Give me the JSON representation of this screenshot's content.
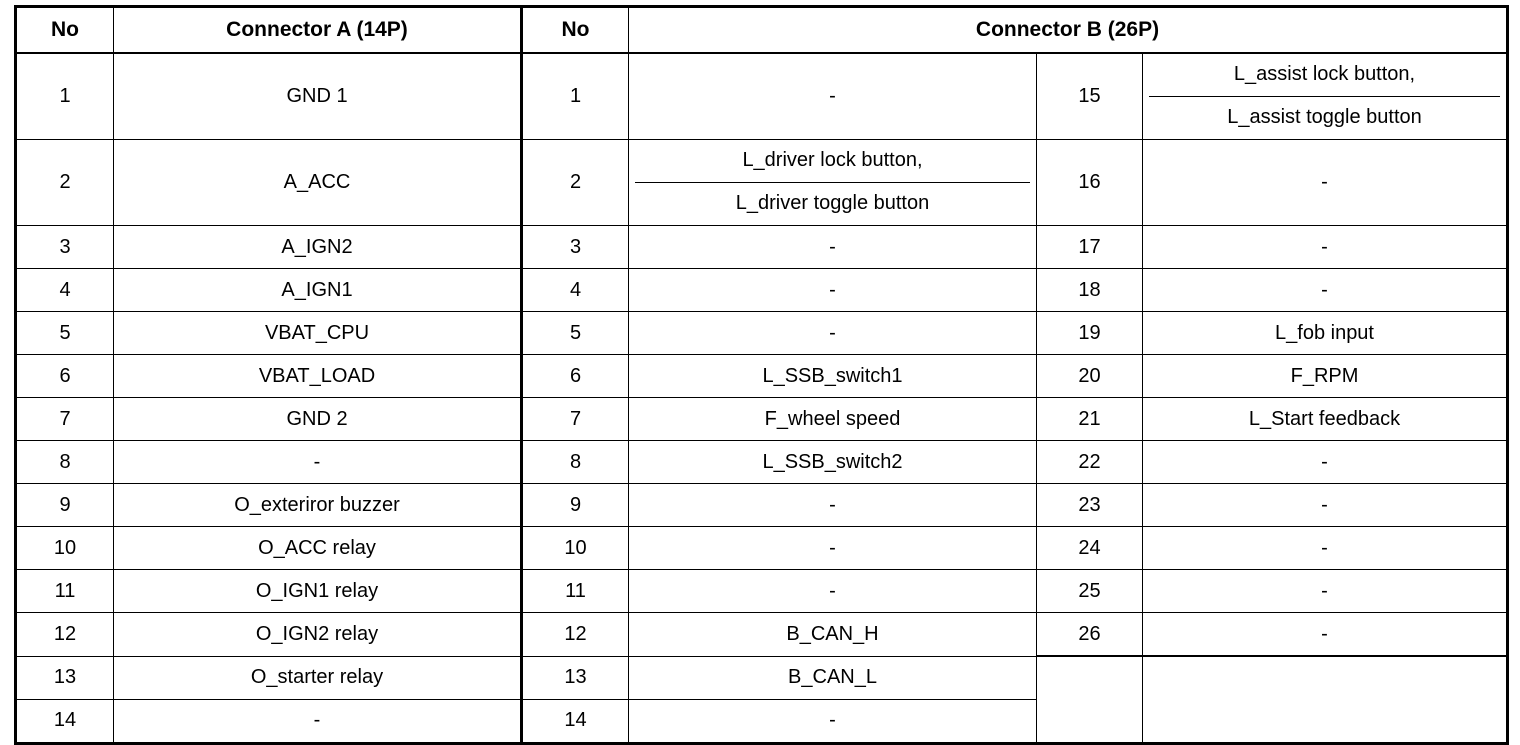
{
  "table": {
    "headers": {
      "no_a": "No",
      "connector_a": "Connector A (14P)",
      "no_b": "No",
      "connector_b": "Connector B (26P)"
    },
    "connector_a": [
      {
        "no": "1",
        "name": "GND 1"
      },
      {
        "no": "2",
        "name": "A_ACC"
      },
      {
        "no": "3",
        "name": "A_IGN2"
      },
      {
        "no": "4",
        "name": "A_IGN1"
      },
      {
        "no": "5",
        "name": "VBAT_CPU"
      },
      {
        "no": "6",
        "name": "VBAT_LOAD"
      },
      {
        "no": "7",
        "name": "GND 2"
      },
      {
        "no": "8",
        "name": "-"
      },
      {
        "no": "9",
        "name": "O_exteriror buzzer"
      },
      {
        "no": "10",
        "name": "O_ACC relay"
      },
      {
        "no": "11",
        "name": "O_IGN1 relay"
      },
      {
        "no": "12",
        "name": "O_IGN2 relay"
      },
      {
        "no": "13",
        "name": "O_starter relay"
      },
      {
        "no": "14",
        "name": "-"
      }
    ],
    "connector_b_left": [
      {
        "no": "1",
        "name": "-"
      },
      {
        "no": "2",
        "name": "",
        "split": [
          "L_driver lock button,",
          "L_driver toggle button"
        ]
      },
      {
        "no": "3",
        "name": "-"
      },
      {
        "no": "4",
        "name": "-"
      },
      {
        "no": "5",
        "name": "-"
      },
      {
        "no": "6",
        "name": "L_SSB_switch1"
      },
      {
        "no": "7",
        "name": "F_wheel speed"
      },
      {
        "no": "8",
        "name": "L_SSB_switch2"
      },
      {
        "no": "9",
        "name": "-"
      },
      {
        "no": "10",
        "name": "-"
      },
      {
        "no": "11",
        "name": "-"
      },
      {
        "no": "12",
        "name": "B_CAN_H"
      },
      {
        "no": "13",
        "name": "B_CAN_L"
      },
      {
        "no": "14",
        "name": "-"
      }
    ],
    "connector_b_right": [
      {
        "no": "15",
        "name": "",
        "split": [
          "L_assist lock button,",
          "L_assist toggle button"
        ]
      },
      {
        "no": "16",
        "name": "-"
      },
      {
        "no": "17",
        "name": "-"
      },
      {
        "no": "18",
        "name": "-"
      },
      {
        "no": "19",
        "name": "L_fob input"
      },
      {
        "no": "20",
        "name": "F_RPM"
      },
      {
        "no": "21",
        "name": "L_Start feedback"
      },
      {
        "no": "22",
        "name": "-"
      },
      {
        "no": "23",
        "name": "-"
      },
      {
        "no": "24",
        "name": "-"
      },
      {
        "no": "25",
        "name": "-"
      },
      {
        "no": "26",
        "name": "-"
      }
    ]
  },
  "colors": {
    "border": "#000000",
    "text": "#000000",
    "background": "#ffffff"
  }
}
